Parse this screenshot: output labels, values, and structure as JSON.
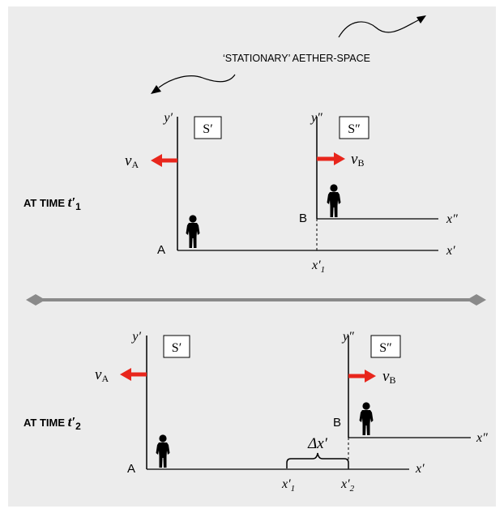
{
  "background_color": "#ececec",
  "arrow_color": "#e8261c",
  "divider_color": "#8a8a8a",
  "aether_label": "‘STATIONARY’ AETHER-SPACE",
  "frame_prime_label": "S′",
  "frame_double_prime_label": "S″",
  "y_prime_label": "y′",
  "y_double_prime_label": "y″",
  "x_prime_label": "x′",
  "x_double_prime_label": "x″",
  "point_a_label": "A",
  "point_b_label": "B",
  "velocity_a": {
    "symbol": "v",
    "subscript": "A"
  },
  "velocity_b": {
    "symbol": "v",
    "subscript": "B"
  },
  "time1": {
    "prefix": "AT TIME ",
    "var": "t′",
    "subscript": "1"
  },
  "time2": {
    "prefix": "AT TIME ",
    "var": "t′",
    "subscript": "2"
  },
  "x1_label": {
    "var": "x′",
    "subscript": "1"
  },
  "x2_label": {
    "var": "x′",
    "subscript": "2"
  },
  "delta_label": "Δx′",
  "person_icon": "standing-person-icon"
}
